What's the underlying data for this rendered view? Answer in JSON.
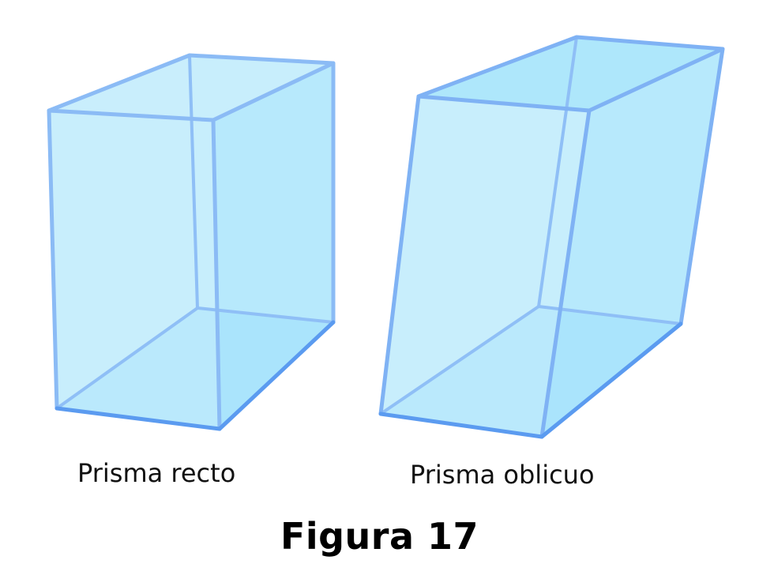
{
  "labels": {
    "right_prism": "Prisma recto",
    "oblique_prism": "Prisma oblicuo"
  },
  "caption": "Figura 17",
  "colors": {
    "face_fill": "#c4ecfc",
    "side_fill": "#b2e6fb",
    "base_fill": "#7fd8fb",
    "edge": "#8bbbf5",
    "edge_strong": "#5b9bf0"
  }
}
